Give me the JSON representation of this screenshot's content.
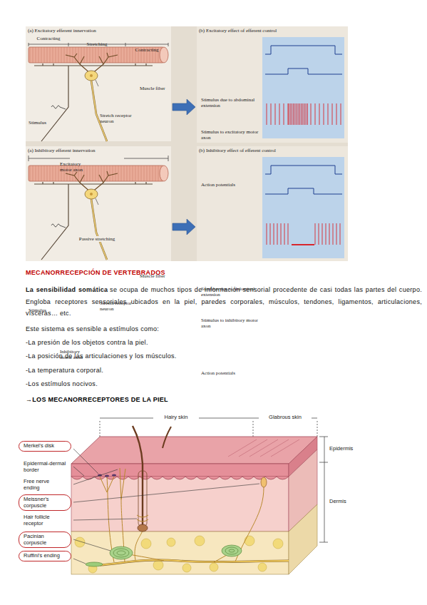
{
  "diagram": {
    "title": "MECANORRECEPCIÓN DE VERTEBRADOS",
    "nodes": [
      {
        "text": [
          "(a) Excitatory efferent innervation"
        ]
      },
      {
        "text": [
          "(b) Excitatory effect of efferent control"
        ]
      },
      {
        "text": [
          "(a) Inhibitory efferent innervation"
        ]
      },
      {
        "text": [
          "(b) Inhibitory effect of efferent control"
        ]
      }
    ],
    "edges": [
      {
        "from": 0,
        "to": 1,
        "arrow": "to"
      },
      {
        "from": 2,
        "to": 3,
        "arrow": "to"
      }
    ],
    "labels": [
      "Contracting",
      "Stretching",
      "Contracting",
      "Muscle fiber",
      "Stimulus",
      "Stretch receptor neuron",
      "Excitatory motor axon",
      "Stimulus due to abdominal extension",
      "Stimulus to excitatory motor axon",
      "Action potentials",
      "Passive stretching",
      "Muscle fiber",
      "Stimulus",
      "Stretch receptor neuron",
      "Inhibitory motor axon",
      "Stimulus due to abdominal extension",
      "Stimulus to inhibitory motor axon",
      "Action potentials",
      "La sensibilidad somática",
      "se ocupa de muchos tipos de información sensorial procedente de casi todas las partes del cuerpo. Engloba receptores sensoriales ubicados en la piel, paredes corporales, músculos, tendones, ligamentos, articulaciones, vísceras… etc.",
      "Este sistema es sensible a estímulos como:",
      "-La presión de los objetos contra la piel.",
      "-La posición de las articulaciones y los músculos.",
      "-La temperatura corporal.",
      "-Los estímulos nocivos.",
      "→LOS MECANORRECEPTORES DE LA PIEL",
      "Hairy skin",
      "Glabrous skin",
      "Merkel's disk",
      "Epidermal-dermal border",
      "Free nerve ending",
      "Meissner's corpuscle",
      "Hair follicle receptor",
      "Pacinian corpuscle",
      "Ruffini's ending",
      "Epidermis",
      "Dermis"
    ]
  }
}
